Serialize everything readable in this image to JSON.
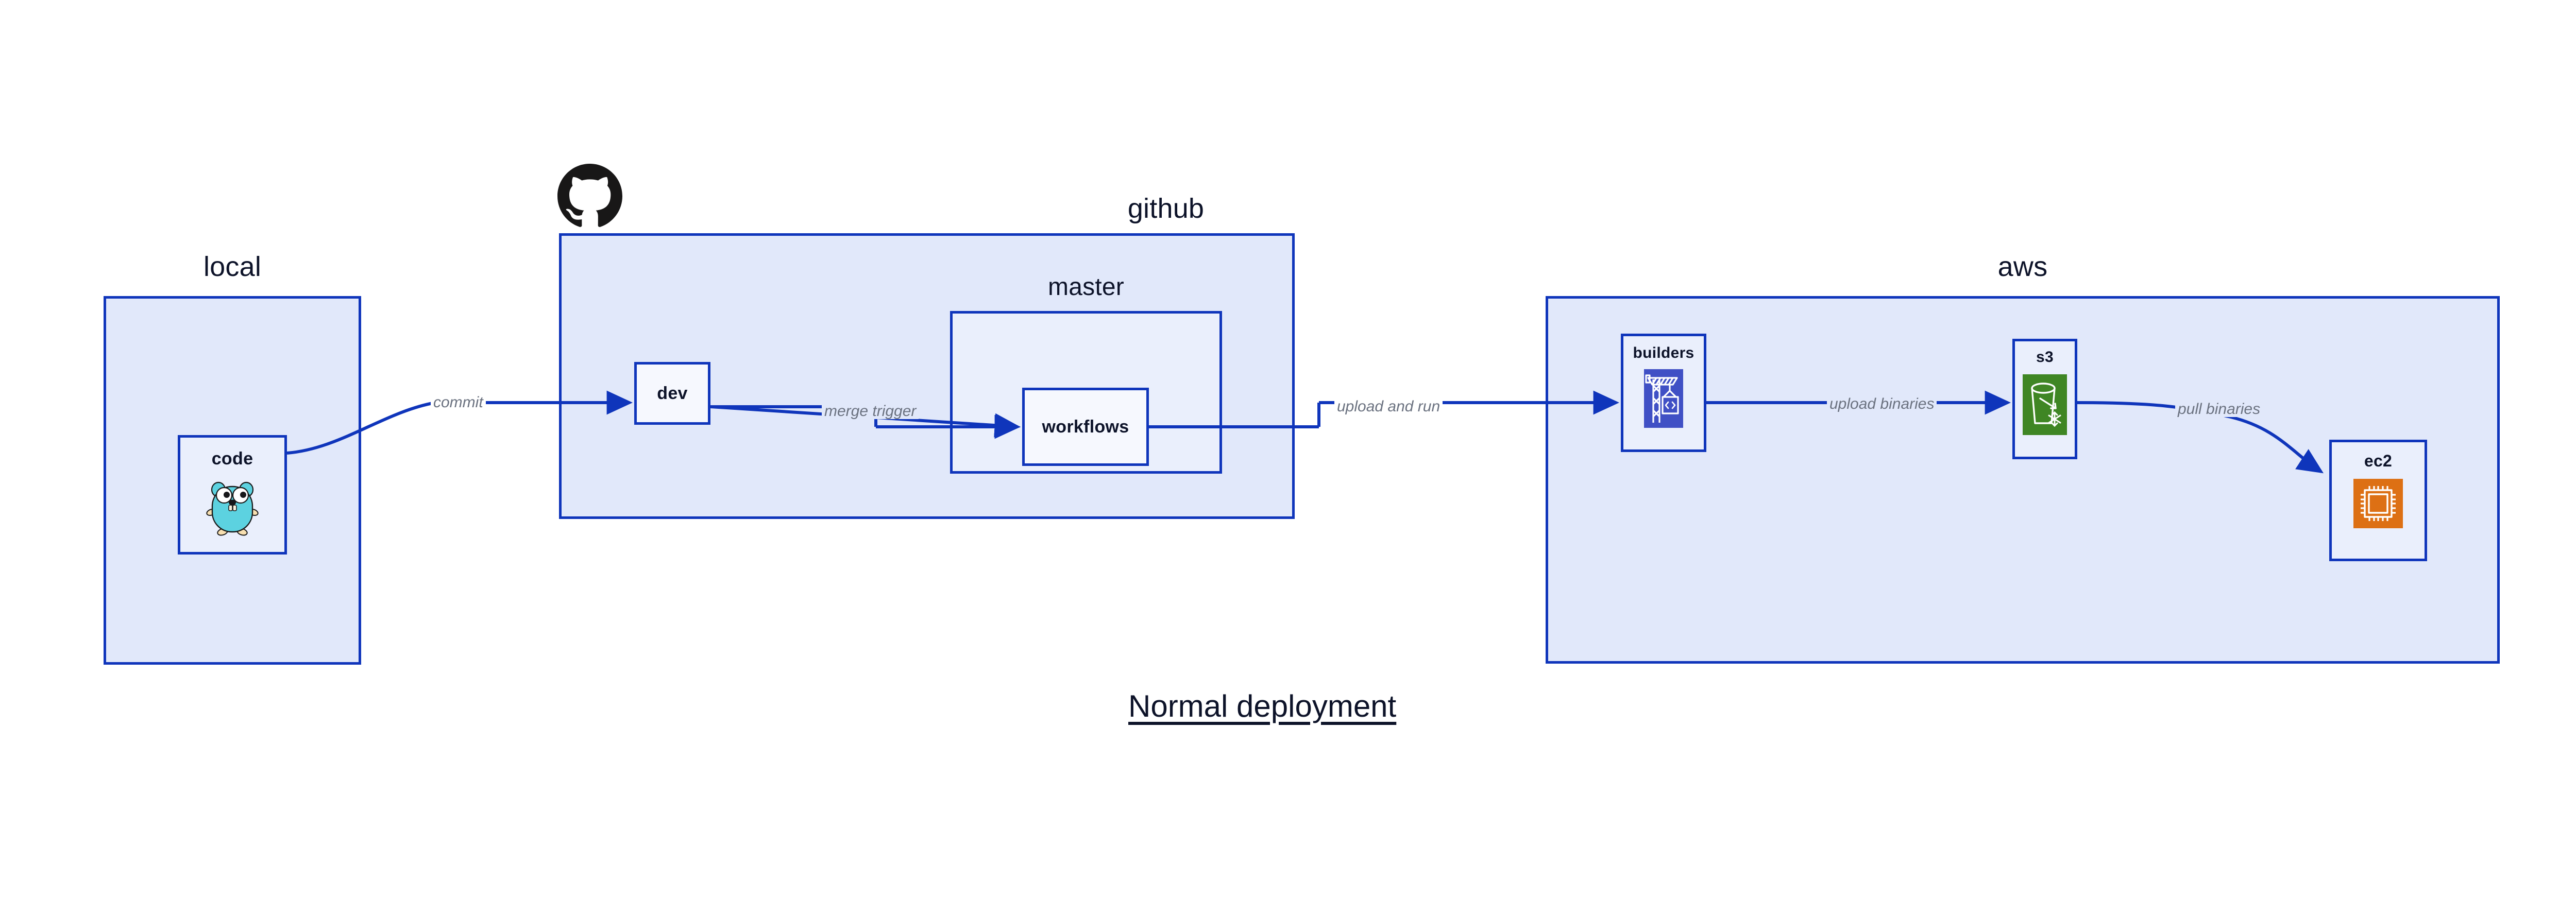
{
  "diagram": {
    "title": "Normal deployment",
    "colors": {
      "group_fill": "#e1e8fa",
      "node_fill": "#eaeffc",
      "stroke": "#0f35bb",
      "label_text": "#0d1329",
      "edge_label_text": "#6b7280",
      "page_background": "#ffffff",
      "builders_icon_bg": "#4050c5",
      "s3_icon_bg": "#3f8624",
      "ec2_icon_bg": "#dd7014",
      "gopher_body": "#5cd2e0",
      "octocat": "#181717"
    }
  },
  "groups": [
    {
      "id": "local",
      "label": "local"
    },
    {
      "id": "github",
      "label": "github"
    },
    {
      "id": "master",
      "label": "master"
    },
    {
      "id": "aws",
      "label": "aws"
    }
  ],
  "nodes": [
    {
      "id": "code",
      "label": "code",
      "icon": "go-gopher-icon"
    },
    {
      "id": "dev",
      "label": "dev",
      "icon": null
    },
    {
      "id": "workflows",
      "label": "workflows",
      "icon": null
    },
    {
      "id": "builders",
      "label": "builders",
      "icon": "aws-codebuild-crane-icon"
    },
    {
      "id": "s3",
      "label": "s3",
      "icon": "aws-s3-bucket-snowflake-icon"
    },
    {
      "id": "ec2",
      "label": "ec2",
      "icon": "aws-ec2-chip-icon"
    }
  ],
  "edges": [
    {
      "id": "code-to-dev",
      "label": "commit",
      "from": "code",
      "to": "dev"
    },
    {
      "id": "dev-to-workflows",
      "label": "merge trigger",
      "from": "dev",
      "to": "workflows"
    },
    {
      "id": "workflows-to-builders",
      "label": "upload and run",
      "from": "workflows",
      "to": "builders"
    },
    {
      "id": "builders-to-s3",
      "label": "upload binaries",
      "from": "builders",
      "to": "s3"
    },
    {
      "id": "s3-to-ec2",
      "label": "pull binaries",
      "from": "s3",
      "to": "ec2"
    }
  ],
  "logos": [
    {
      "id": "github-logo",
      "name": "github-octocat-logo"
    }
  ]
}
